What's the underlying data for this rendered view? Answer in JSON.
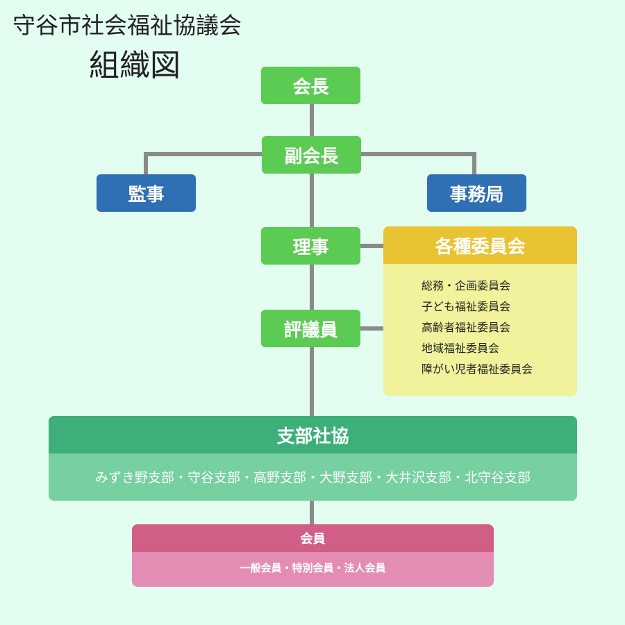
{
  "title": {
    "line1": "守谷市社会福祉協議会",
    "line2": "組織図"
  },
  "nodes": {
    "chairman": "会長",
    "vice_chairman": "副会長",
    "auditor": "監事",
    "secretariat": "事務局",
    "directors": "理事",
    "councilors": "評議員"
  },
  "committees": {
    "header": "各種委員会",
    "items": [
      "総務・企画委員会",
      "子ども福祉委員会",
      "高齢者福祉委員会",
      "地域福祉委員会",
      "障がい児者福祉委員会"
    ]
  },
  "branches": {
    "header": "支部社協",
    "list": "みずき野支部・守谷支部・高野支部・大野支部・大井沢支部・北守谷支部"
  },
  "members": {
    "header": "会員",
    "list": "一般会員・特別会員・法人会員"
  },
  "colors": {
    "background": "#e3fdf0",
    "node_green": "#5ccb53",
    "node_blue": "#2f6fb4",
    "committee_header": "#e8c332",
    "committee_body": "#f1f29b",
    "branch_header": "#3daf78",
    "branch_body": "#76d09f",
    "member_header": "#d05e86",
    "member_body": "#e38db5",
    "connector": "#8a8a8a"
  }
}
